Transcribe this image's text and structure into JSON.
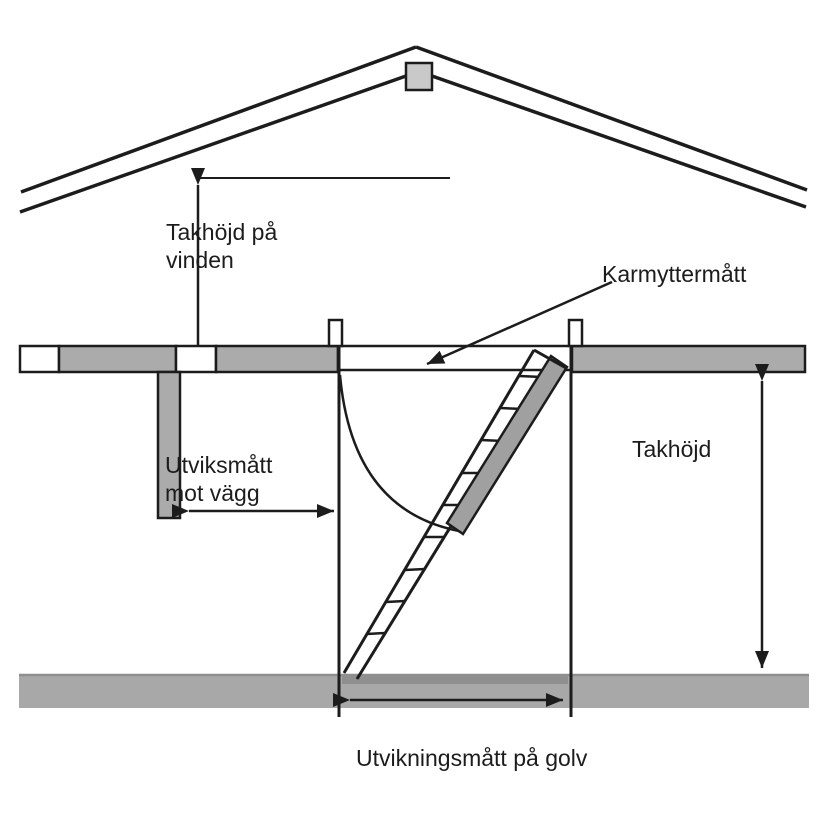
{
  "title": "Attic ladder installation measurement diagram",
  "labels": {
    "attic_height": "Takhöjd på\nvinden",
    "frame_outer": "Karmyttermått",
    "fold_wall": "Utviksmått\nmot vägg",
    "ceiling_height": "Takhöjd",
    "fold_floor": "Utvikningsmått på golv"
  },
  "colors": {
    "line": "#1c1c1c",
    "slab": "#ababab",
    "floor": "#a8a8a8",
    "floor_strip": "#8f8f8f",
    "door": "#a0a0a0",
    "chimney": "#c9c9c9",
    "bg": "#ffffff"
  }
}
